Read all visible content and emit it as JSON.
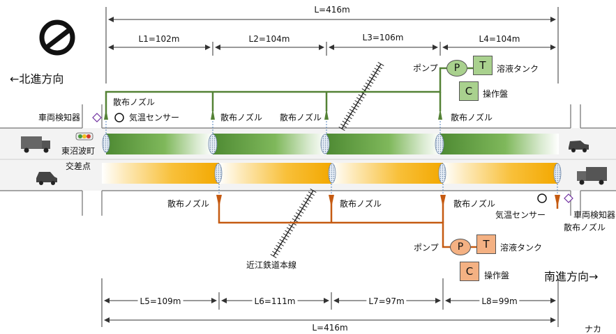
{
  "direction": {
    "north": "←北進方向",
    "south": "南進方向→"
  },
  "dimensions_top": {
    "total": "L=416m",
    "segments": [
      "L1=102m",
      "L2=104m",
      "L3=106m",
      "L4=104m"
    ]
  },
  "dimensions_bottom": {
    "total": "L=416m",
    "segments": [
      "L5=109m",
      "L6=111m",
      "L7=97m",
      "L8=99m"
    ]
  },
  "north_side": {
    "nozzle_labels": [
      "散布ノズル",
      "散布ノズル",
      "散布ノズル",
      "散布ノズル"
    ],
    "sensor": "気温センサー",
    "vehicle_detector": "車両検知器",
    "pump_label": "ポンプ",
    "pump": "P",
    "tank": "T",
    "tank_label": "溶液タンク",
    "control": "C",
    "control_label": "操作盤",
    "color": "#548235"
  },
  "south_side": {
    "nozzle_labels": [
      "散布ノズル",
      "散布ノズル",
      "散布ノズル",
      "散布ノズル"
    ],
    "sensor": "気温センサー",
    "vehicle_detector": "車両検知器",
    "pump_label": "ポンプ",
    "pump": "P",
    "tank": "T",
    "tank_label": "溶液タンク",
    "control": "C",
    "control_label": "操作盤",
    "color": "#c55a11"
  },
  "intersection": [
    "東沼波町",
    "交差点"
  ],
  "railway": "近江鉄道本線",
  "corner_text": "ナカ"
}
